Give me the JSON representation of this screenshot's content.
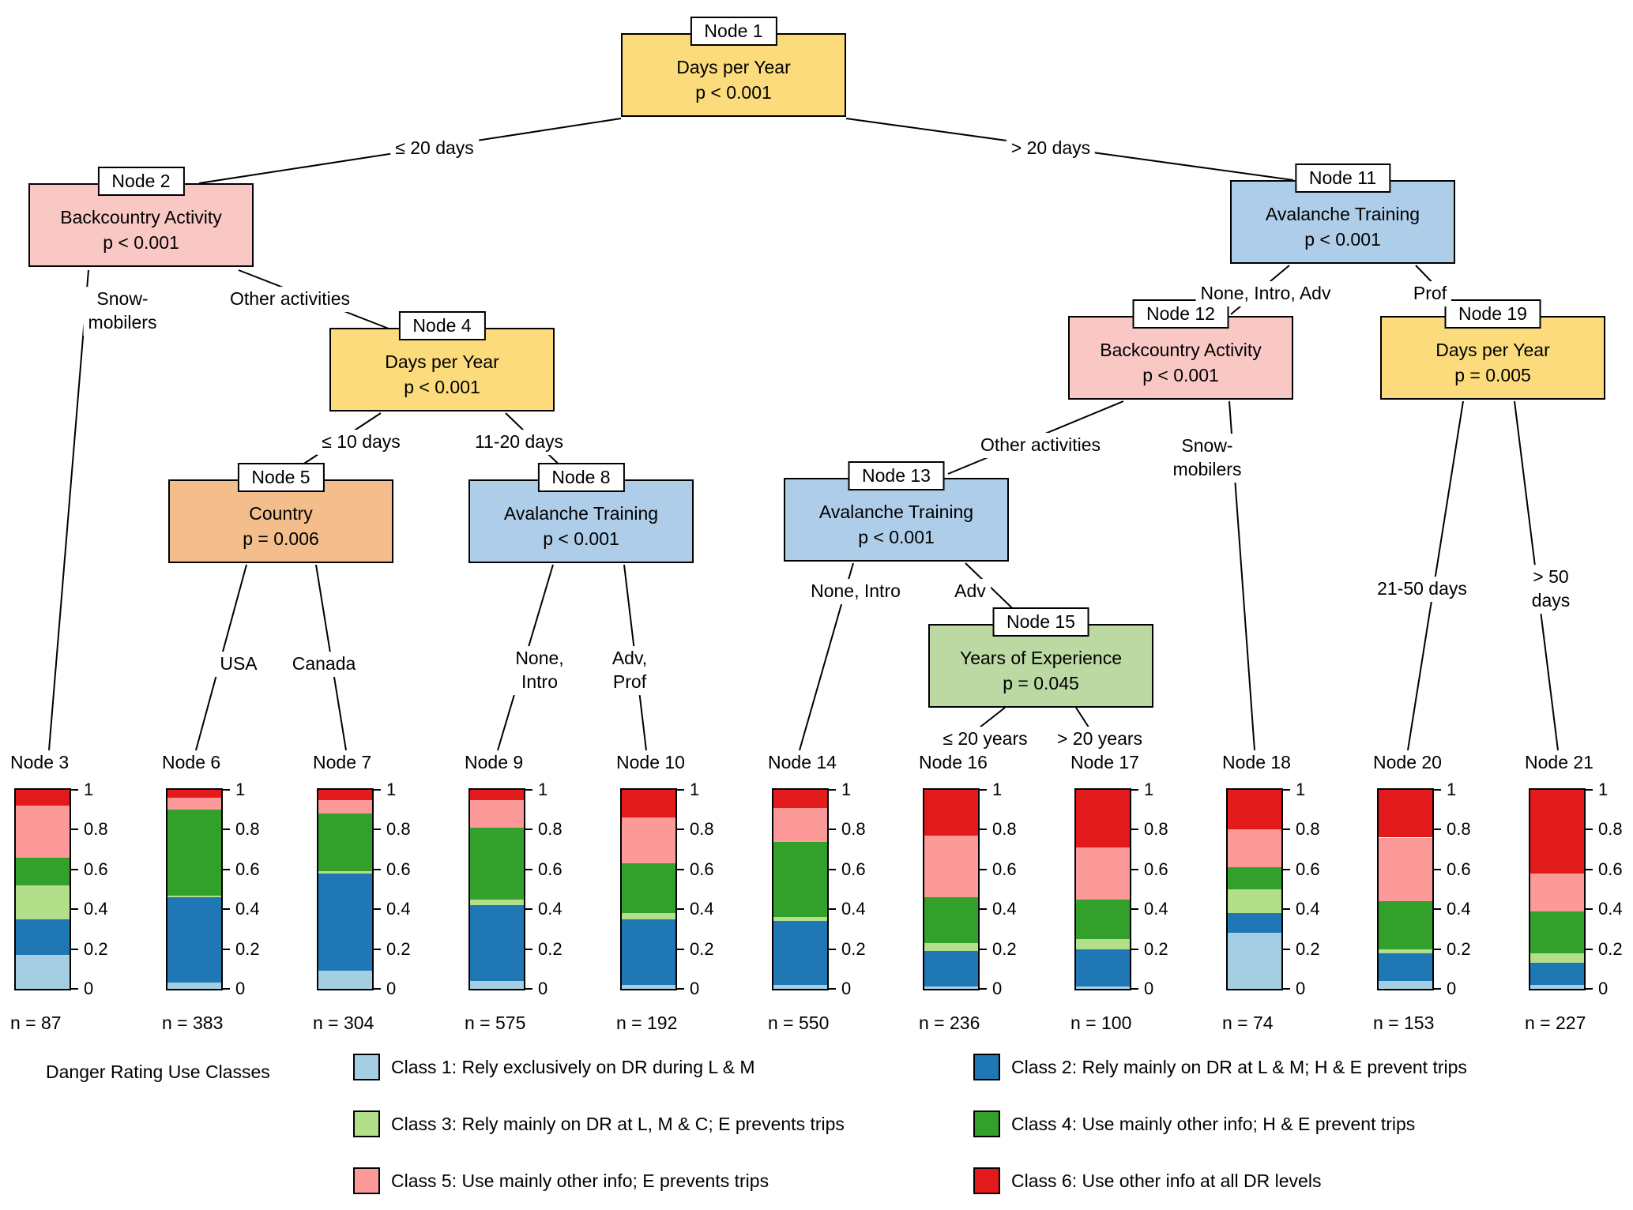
{
  "tree": {
    "nodes": [
      {
        "id": 1,
        "label": "Node 1",
        "variable": "Days per Year",
        "p": "p < 0.001",
        "color": "#FBDB7B"
      },
      {
        "id": 2,
        "label": "Node 2",
        "variable": "Backcountry Activity",
        "p": "p < 0.001",
        "color": "#F9C7C4"
      },
      {
        "id": 4,
        "label": "Node 4",
        "variable": "Days per Year",
        "p": "p < 0.001",
        "color": "#FBDB7B"
      },
      {
        "id": 5,
        "label": "Node 5",
        "variable": "Country",
        "p": "p = 0.006",
        "color": "#F3BE8B"
      },
      {
        "id": 8,
        "label": "Node 8",
        "variable": "Avalanche Training",
        "p": "p < 0.001",
        "color": "#ADCDE8"
      },
      {
        "id": 11,
        "label": "Node 11",
        "variable": "Avalanche Training",
        "p": "p < 0.001",
        "color": "#ADCDE8"
      },
      {
        "id": 12,
        "label": "Node 12",
        "variable": "Backcountry Activity",
        "p": "p < 0.001",
        "color": "#F9C7C4"
      },
      {
        "id": 13,
        "label": "Node 13",
        "variable": "Avalanche Training",
        "p": "p < 0.001",
        "color": "#ADCDE8"
      },
      {
        "id": 15,
        "label": "Node 15",
        "variable": "Years of Experience",
        "p": "p = 0.045",
        "color": "#BCD9A3"
      },
      {
        "id": 19,
        "label": "Node 19",
        "variable": "Days per Year",
        "p": "p = 0.005",
        "color": "#FBDB7B"
      }
    ],
    "edge_labels": [
      {
        "text": "≤ 20 days"
      },
      {
        "text": "> 20 days"
      },
      {
        "text": "Snow-\nmobilers"
      },
      {
        "text": "Other activities"
      },
      {
        "text": "≤ 10 days"
      },
      {
        "text": "11-20 days"
      },
      {
        "text": "USA"
      },
      {
        "text": "Canada"
      },
      {
        "text": "None,\nIntro"
      },
      {
        "text": "Adv,\nProf"
      },
      {
        "text": "None, Intro, Adv"
      },
      {
        "text": "Prof"
      },
      {
        "text": "Other activities"
      },
      {
        "text": "Snow-\nmobilers"
      },
      {
        "text": "None, Intro"
      },
      {
        "text": "Adv"
      },
      {
        "text": "≤ 20 years"
      },
      {
        "text": "> 20 years"
      },
      {
        "text": "21-50 days"
      },
      {
        "text": "> 50 days"
      }
    ]
  },
  "class_colors": [
    "#A6CEE3",
    "#1F78B4",
    "#B2DF8A",
    "#33A02C",
    "#FB9A99",
    "#E31A1C"
  ],
  "leaves": [
    {
      "label": "Node 3",
      "n": "n = 87",
      "values": [
        0.17,
        0.18,
        0.17,
        0.14,
        0.26,
        0.08
      ]
    },
    {
      "label": "Node 6",
      "n": "n = 383",
      "values": [
        0.03,
        0.43,
        0.01,
        0.43,
        0.06,
        0.04
      ]
    },
    {
      "label": "Node 7",
      "n": "n = 304",
      "values": [
        0.09,
        0.49,
        0.01,
        0.29,
        0.07,
        0.05
      ]
    },
    {
      "label": "Node 9",
      "n": "n = 575",
      "values": [
        0.04,
        0.38,
        0.03,
        0.36,
        0.14,
        0.05
      ]
    },
    {
      "label": "Node 10",
      "n": "n = 192",
      "values": [
        0.02,
        0.33,
        0.03,
        0.25,
        0.23,
        0.14
      ]
    },
    {
      "label": "Node 14",
      "n": "n = 550",
      "values": [
        0.02,
        0.32,
        0.02,
        0.38,
        0.17,
        0.09
      ]
    },
    {
      "label": "Node 16",
      "n": "n = 236",
      "values": [
        0.01,
        0.18,
        0.04,
        0.23,
        0.31,
        0.23
      ]
    },
    {
      "label": "Node 17",
      "n": "n = 100",
      "values": [
        0.01,
        0.19,
        0.05,
        0.2,
        0.26,
        0.29
      ]
    },
    {
      "label": "Node 18",
      "n": "n = 74",
      "values": [
        0.28,
        0.1,
        0.12,
        0.11,
        0.19,
        0.2
      ]
    },
    {
      "label": "Node 20",
      "n": "n = 153",
      "values": [
        0.04,
        0.14,
        0.02,
        0.24,
        0.32,
        0.24
      ]
    },
    {
      "label": "Node 21",
      "n": "n = 227",
      "values": [
        0.02,
        0.11,
        0.05,
        0.21,
        0.19,
        0.42
      ]
    }
  ],
  "axis": {
    "tick_labels": [
      "1",
      "0.8",
      "0.6",
      "0.4",
      "0.2",
      "0"
    ],
    "tick_values": [
      1,
      0.8,
      0.6,
      0.4,
      0.2,
      0
    ]
  },
  "legend": {
    "title": "Danger Rating Use Classes",
    "entries": [
      {
        "label": "Class 1: Rely exclusively on DR during L & M",
        "color": "#A6CEE3"
      },
      {
        "label": "Class 2: Rely mainly on DR at L & M; H & E prevent trips",
        "color": "#1F78B4"
      },
      {
        "label": "Class 3: Rely mainly on DR at L, M & C; E prevents trips",
        "color": "#B2DF8A"
      },
      {
        "label": "Class 4: Use mainly other info; H & E prevent trips",
        "color": "#33A02C"
      },
      {
        "label": "Class 5: Use mainly other info; E prevents trips",
        "color": "#FB9A99"
      },
      {
        "label": "Class 6: Use other info at all DR levels",
        "color": "#E31A1C"
      }
    ]
  },
  "chart_data": {
    "type": "bar",
    "stacked": true,
    "categories": [
      "Node 3",
      "Node 6",
      "Node 7",
      "Node 9",
      "Node 10",
      "Node 14",
      "Node 16",
      "Node 17",
      "Node 18",
      "Node 20",
      "Node 21"
    ],
    "sample_sizes": [
      87,
      383,
      304,
      575,
      192,
      550,
      236,
      100,
      74,
      153,
      227
    ],
    "series": [
      {
        "name": "Class 1: Rely exclusively on DR during L & M",
        "color": "#A6CEE3",
        "values": [
          0.17,
          0.03,
          0.09,
          0.04,
          0.02,
          0.02,
          0.01,
          0.01,
          0.28,
          0.04,
          0.02
        ]
      },
      {
        "name": "Class 2: Rely mainly on DR at L & M; H & E prevent trips",
        "color": "#1F78B4",
        "values": [
          0.18,
          0.43,
          0.49,
          0.38,
          0.33,
          0.32,
          0.18,
          0.19,
          0.1,
          0.14,
          0.11
        ]
      },
      {
        "name": "Class 3: Rely mainly on DR at L, M & C; E prevents trips",
        "color": "#B2DF8A",
        "values": [
          0.17,
          0.01,
          0.01,
          0.03,
          0.03,
          0.02,
          0.04,
          0.05,
          0.12,
          0.02,
          0.05
        ]
      },
      {
        "name": "Class 4: Use mainly other info; H & E prevent trips",
        "color": "#33A02C",
        "values": [
          0.14,
          0.43,
          0.29,
          0.36,
          0.25,
          0.38,
          0.23,
          0.2,
          0.11,
          0.24,
          0.21
        ]
      },
      {
        "name": "Class 5: Use mainly other info; E prevents trips",
        "color": "#FB9A99",
        "values": [
          0.26,
          0.06,
          0.07,
          0.14,
          0.23,
          0.17,
          0.31,
          0.26,
          0.19,
          0.32,
          0.19
        ]
      },
      {
        "name": "Class 6: Use other info at all DR levels",
        "color": "#E31A1C",
        "values": [
          0.08,
          0.04,
          0.05,
          0.05,
          0.14,
          0.09,
          0.23,
          0.29,
          0.2,
          0.24,
          0.42
        ]
      }
    ],
    "ylim": [
      0,
      1
    ],
    "yticks": [
      0,
      0.2,
      0.4,
      0.6,
      0.8,
      1
    ],
    "legend_position": "bottom",
    "tree_splits": [
      {
        "node": "Node 1",
        "variable": "Days per Year",
        "p": "p < 0.001",
        "children": {
          "≤ 20 days": "Node 2",
          "> 20 days": "Node 11"
        }
      },
      {
        "node": "Node 2",
        "variable": "Backcountry Activity",
        "p": "p < 0.001",
        "children": {
          "Snow-mobilers": "Node 3",
          "Other activities": "Node 4"
        }
      },
      {
        "node": "Node 4",
        "variable": "Days per Year",
        "p": "p < 0.001",
        "children": {
          "≤ 10 days": "Node 5",
          "11-20 days": "Node 8"
        }
      },
      {
        "node": "Node 5",
        "variable": "Country",
        "p": "p = 0.006",
        "children": {
          "USA": "Node 6",
          "Canada": "Node 7"
        }
      },
      {
        "node": "Node 8",
        "variable": "Avalanche Training",
        "p": "p < 0.001",
        "children": {
          "None, Intro": "Node 9",
          "Adv, Prof": "Node 10"
        }
      },
      {
        "node": "Node 11",
        "variable": "Avalanche Training",
        "p": "p < 0.001",
        "children": {
          "None, Intro, Adv": "Node 12",
          "Prof": "Node 19"
        }
      },
      {
        "node": "Node 12",
        "variable": "Backcountry Activity",
        "p": "p < 0.001",
        "children": {
          "Other activities": "Node 13",
          "Snow-mobilers": "Node 18"
        }
      },
      {
        "node": "Node 13",
        "variable": "Avalanche Training",
        "p": "p < 0.001",
        "children": {
          "None, Intro": "Node 14",
          "Adv": "Node 15"
        }
      },
      {
        "node": "Node 15",
        "variable": "Years of Experience",
        "p": "p = 0.045",
        "children": {
          "≤ 20 years": "Node 16",
          "> 20 years": "Node 17"
        }
      },
      {
        "node": "Node 19",
        "variable": "Days per Year",
        "p": "p = 0.005",
        "children": {
          "21-50 days": "Node 20",
          "> 50 days": "Node 21"
        }
      }
    ]
  }
}
